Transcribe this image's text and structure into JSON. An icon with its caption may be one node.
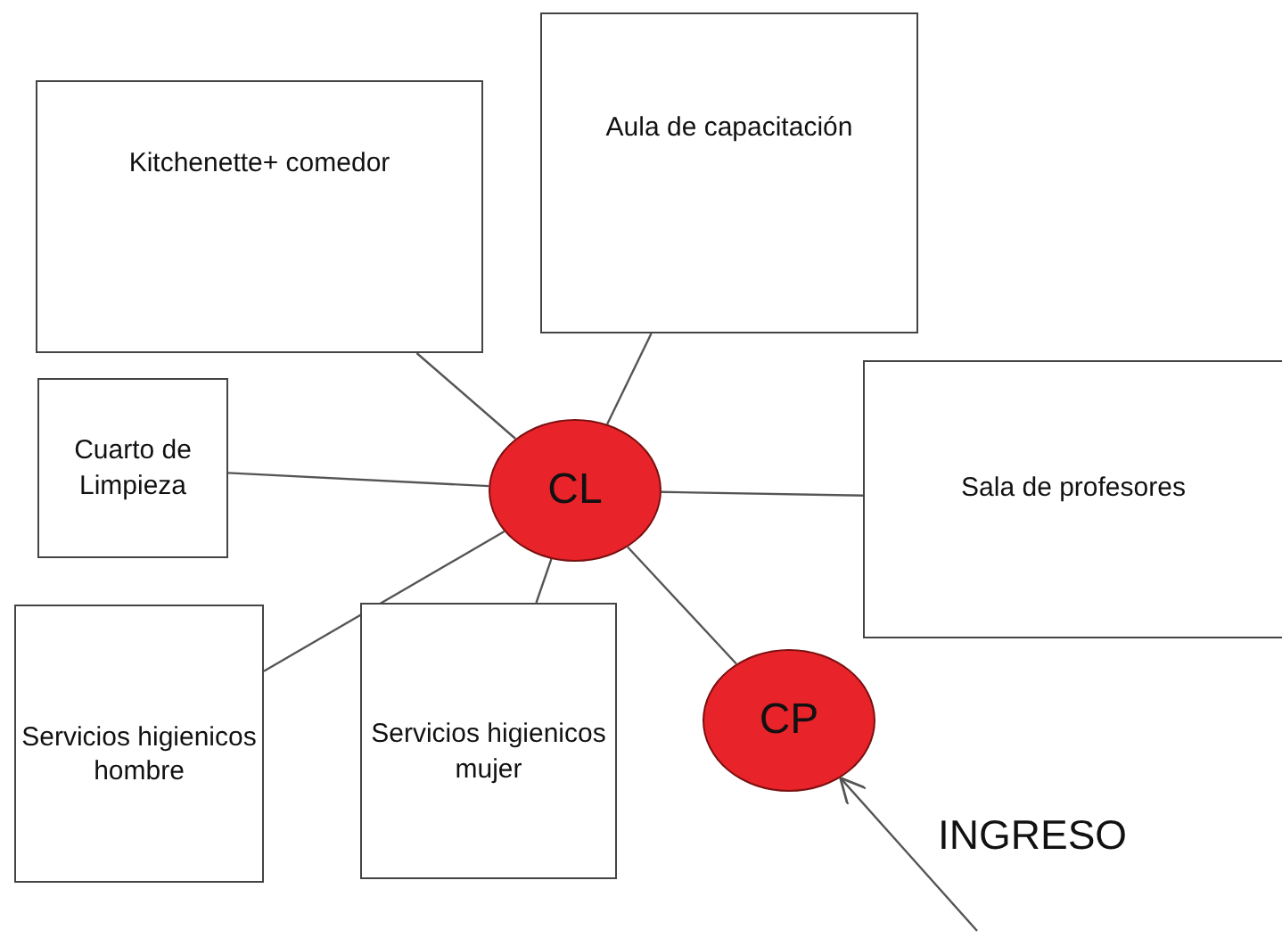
{
  "diagram": {
    "nodes": [
      {
        "text": [
          "Kitchenette+ comedor"
        ]
      },
      {
        "text": [
          "Aula de capacitación"
        ]
      },
      {
        "text": [
          "Cuarto de Limpieza"
        ]
      },
      {
        "text": [
          "CL"
        ]
      },
      {
        "text": [
          "Sala de profesores"
        ]
      },
      {
        "text": [
          "Servicios higienicos hombre"
        ]
      },
      {
        "text": [
          "Servicios higienicos mujer"
        ]
      },
      {
        "text": [
          "CP"
        ]
      }
    ],
    "edges": [
      {
        "from": 3,
        "to": 0,
        "arrow": "none"
      },
      {
        "from": 3,
        "to": 1,
        "arrow": "none"
      },
      {
        "from": 3,
        "to": 2,
        "arrow": "none"
      },
      {
        "from": 3,
        "to": 4,
        "arrow": "none"
      },
      {
        "from": 3,
        "to": 5,
        "arrow": "none"
      },
      {
        "from": 3,
        "to": 6,
        "arrow": "none"
      },
      {
        "from": 3,
        "to": 7,
        "arrow": "none"
      },
      {
        "from": null,
        "to": 7,
        "arrow": "to"
      }
    ],
    "labels": [
      "INGRESO"
    ]
  }
}
